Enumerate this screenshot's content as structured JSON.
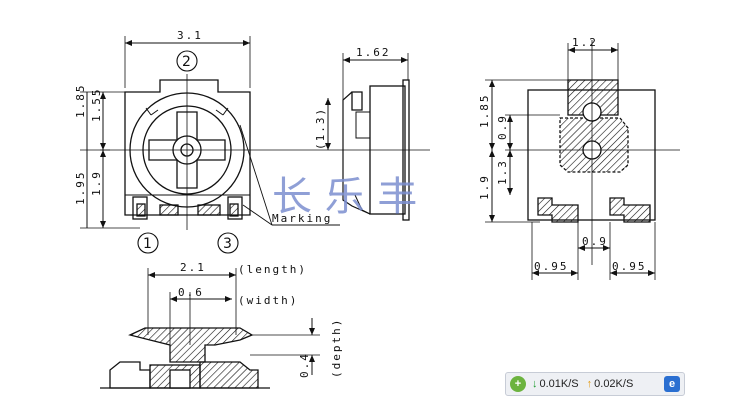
{
  "top_view": {
    "width_dim": "3.1",
    "h1": "1.85",
    "h2": "1.55",
    "h3": "1.95",
    "h4": "1.9",
    "pin1": "1",
    "pin2": "2",
    "pin3": "3",
    "marking": "Marking"
  },
  "side_view": {
    "thickness": "1.62",
    "ref": "(1.3)"
  },
  "land_view": {
    "top_w": "1.2",
    "h1": "1.85",
    "h2": "0.9",
    "h3": "1.3",
    "h4": "1.9",
    "center_w": "0.9",
    "left_w": "0.95",
    "right_w": "0.95"
  },
  "section_view": {
    "length_val": "2.1",
    "length_label": "(length)",
    "width_val": "0.6",
    "width_label": "(width)",
    "depth_val": "0.4",
    "depth_label": "(depth)"
  },
  "watermark": "长 乐 丰",
  "status_bar": {
    "down_speed": "0.01K/S",
    "up_speed": "0.02K/S"
  }
}
